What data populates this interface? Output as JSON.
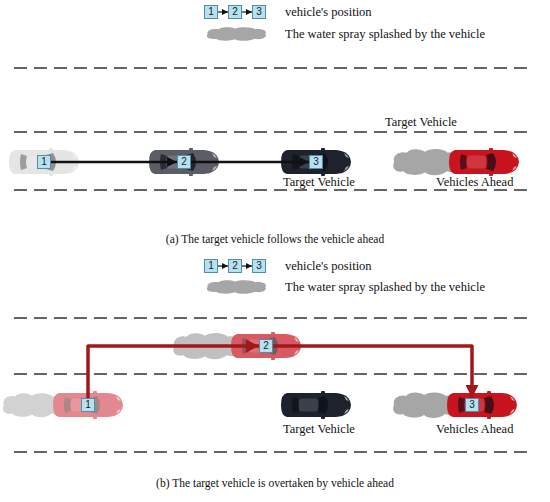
{
  "diagram": {
    "nodes": [
      {
        "text": [
          "1"
        ]
      },
      {
        "text": [
          "2"
        ]
      },
      {
        "text": [
          "3"
        ]
      },
      {
        "text": [
          "1"
        ]
      },
      {
        "text": [
          "2"
        ]
      },
      {
        "text": [
          "3"
        ]
      },
      {
        "text": [
          "1"
        ]
      },
      {
        "text": [
          "2"
        ]
      },
      {
        "text": [
          "3"
        ]
      },
      {
        "text": [
          "2"
        ]
      },
      {
        "text": [
          "1"
        ]
      },
      {
        "text": [
          "3"
        ]
      }
    ],
    "edges": [
      {
        "from": 0,
        "to": 1,
        "arrow": "to"
      },
      {
        "from": 1,
        "to": 2,
        "arrow": "to"
      },
      {
        "from": 3,
        "to": 4,
        "arrow": "to"
      },
      {
        "from": 4,
        "to": 5,
        "arrow": "to"
      },
      {
        "from": 6,
        "to": 7,
        "arrow": "to"
      },
      {
        "from": 7,
        "to": 8,
        "arrow": "to"
      },
      {
        "from": 10,
        "to": 9,
        "arrow": "to"
      },
      {
        "from": 9,
        "to": 11,
        "arrow": "to"
      }
    ],
    "labels": [
      "Target Vehicle",
      "Target Vehicle",
      "Vehicles Ahead",
      "(a) The target vehicle follows the vehicle ahead",
      "Target Vehicle",
      "Vehicles Ahead",
      "(b) The target vehicle is overtaken by vehicle ahead"
    ],
    "legend": [
      {
        "text": "vehicle's position"
      },
      {
        "text": "The water spray splashed by the vehicle",
        "color": "#a6a6a6"
      },
      {
        "text": "vehicle's position"
      },
      {
        "text": "The water spray splashed by the vehicle",
        "color": "#a6a6a6"
      }
    ]
  }
}
